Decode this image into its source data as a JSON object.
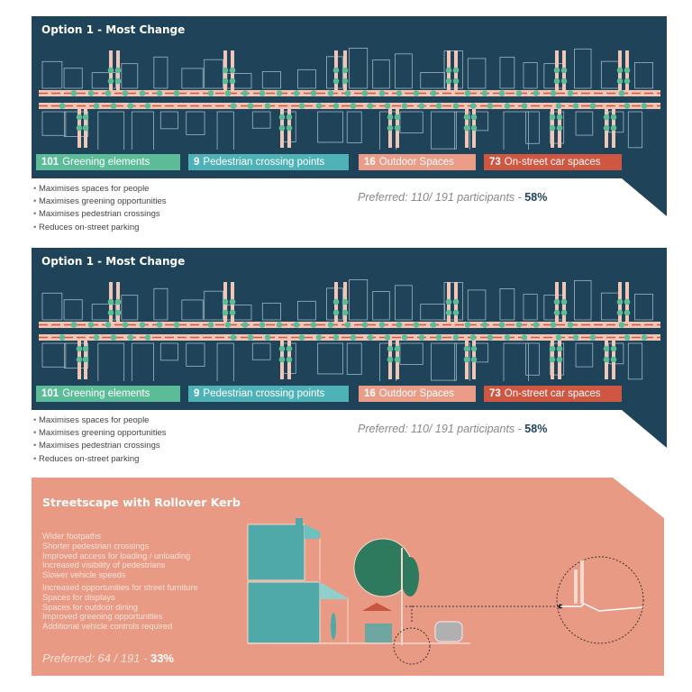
{
  "options": [
    {
      "title": "Option 1 - Most Change",
      "tags": [
        {
          "num": "101",
          "label": "Greening elements",
          "color": "#5cbc98"
        },
        {
          "num": "9",
          "label": "Pedestrian crossing points",
          "color": "#4fb2b6"
        },
        {
          "num": "16",
          "label": "Outdoor Spaces",
          "color": "#ea9c87"
        },
        {
          "num": "73",
          "label": "On-street car spaces",
          "color": "#cf5640"
        }
      ],
      "bullets": [
        "Maximises spaces for people",
        "Maximises greening opportunities",
        "Maximises pedestrian crossings",
        "Reduces on-street parking"
      ],
      "preferred": "Preferred: 110/ 191 participants -",
      "percent": "58%"
    },
    {
      "title": "Option 1 - Most Change",
      "tags": [
        {
          "num": "101",
          "label": "Greening elements",
          "color": "#5cbc98"
        },
        {
          "num": "9",
          "label": "Pedestrian crossing points",
          "color": "#4fb2b6"
        },
        {
          "num": "16",
          "label": "Outdoor Spaces",
          "color": "#ea9c87"
        },
        {
          "num": "73",
          "label": "On-street car spaces",
          "color": "#cf5640"
        }
      ],
      "bullets": [
        "Maximises spaces for people",
        "Maximises greening opportunities",
        "Maximises pedestrian crossings",
        "Reduces on-street parking"
      ],
      "preferred": "Preferred: 110/ 191 participants -",
      "percent": "58%"
    }
  ],
  "kerb": {
    "title": "Streetscape with Rollover Kerb",
    "group1": [
      "Wider footpaths",
      "Shorter pedestrian crossings",
      "Improved access for loading / unloading",
      "Increased visibility of pedestrians",
      "Slower vehicle speeds"
    ],
    "group2": [
      "Increased opportunities for street furniture",
      "Spaces for displays",
      "Spaces for outdoor dining",
      "Improved greening opportunities",
      "Additional vehicle controls required"
    ],
    "preferred": "Preferred: 64 / 191 -",
    "percent": "33%"
  },
  "colors": {
    "navy": "#1f4459",
    "salmon": "#e99a84",
    "green": "#5cbc98"
  }
}
